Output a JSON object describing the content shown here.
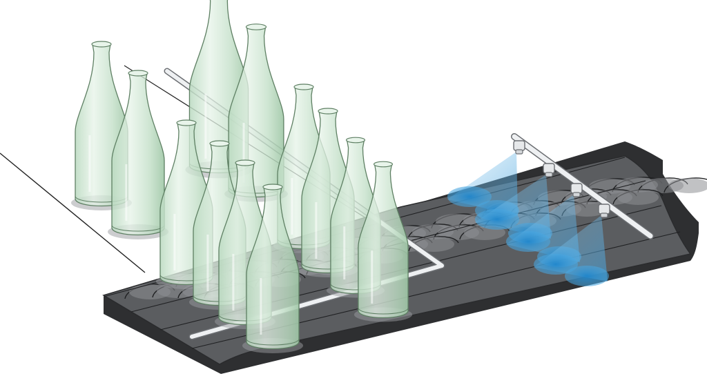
{
  "illustration": {
    "subject": "bottle-conveyor-lubrication",
    "colors": {
      "background": "#ffffff",
      "belt": "#5b5d60",
      "belt_edge": "#3c3d40",
      "belt_side": "#2e2f31",
      "plate_line": "#1f2022",
      "plate_highlight": "#8e9093",
      "bottle_fill": "#cfe7d2",
      "bottle_stroke": "#5e7f63",
      "pipe": "#e8eaec",
      "pipe_stroke": "#6b6e72",
      "spray": "#4ea8dc",
      "spray_core": "#2a8cce",
      "guide_line": "#222222"
    },
    "icons": {
      "bottles": "bottle-icon",
      "nozzles": "spray-nozzle-icon",
      "spray": "spray-cone-icon"
    },
    "bottle_count": 12,
    "nozzle_count": 4
  }
}
